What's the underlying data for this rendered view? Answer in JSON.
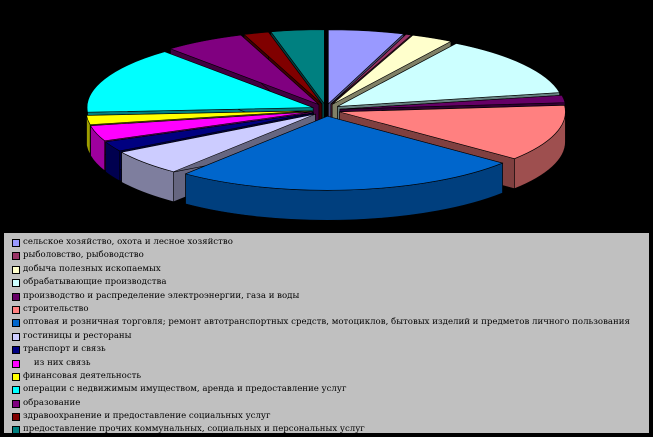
{
  "chart_data": {
    "type": "pie",
    "style": "3d-exploded",
    "legend_position": "bottom",
    "categories": [
      "сельское хозяйство, охота и лесное хозяйство",
      "рыболовство, рыбоводство",
      "добыча полезных ископаемых",
      "обрабатывающие производства",
      "производство и распределение электроэнергии, газа и воды",
      "строительство",
      "оптовая и розничная торговля; ремонт автотранспортных средств, мотоциклов, бытовых изделий и предметов личного пользования",
      "гостиницы и рестораны",
      "транспорт и связь",
      "из них связь",
      "финансовая деятельность",
      "операции с недвижимым имуществом, аренда и предоставление услуг",
      "образование",
      "здравоохранение и предоставление социальных услуг",
      "предоставление прочих коммунальных, социальных и персональных услуг"
    ],
    "values": [
      5.4,
      0.4,
      3.0,
      13.2,
      1.6,
      12.3,
      24.9,
      5.6,
      2.2,
      3.4,
      2.0,
      14.6,
      5.8,
      1.8,
      3.8
    ],
    "colors": [
      "#9999ff",
      "#993366",
      "#ffffcc",
      "#ccffff",
      "#660066",
      "#ff8080",
      "#0066cc",
      "#ccccff",
      "#000080",
      "#ff00ff",
      "#ffff00",
      "#00ffff",
      "#800080",
      "#800000",
      "#008080"
    ]
  },
  "legend": {
    "items": [
      "сельское хозяйство, охота и лесное хозяйство",
      "рыболовство, рыбоводство",
      "добыча полезных ископаемых",
      "обрабатывающие производства",
      "производство и распределение электроэнергии, газа и воды",
      "строительство",
      "оптовая и розничная торговля; ремонт автотранспортных средств, мотоциклов, бытовых изделий и предметов личного пользования",
      "гостиницы и рестораны",
      "транспорт и связь",
      "    из них связь",
      "финансовая деятельность",
      "операции с недвижимым имуществом, аренда и предоставление услуг",
      "образование",
      "здравоохранение и предоставление социальных услуг",
      "предоставление прочих коммунальных, социальных и персональных услуг"
    ]
  }
}
